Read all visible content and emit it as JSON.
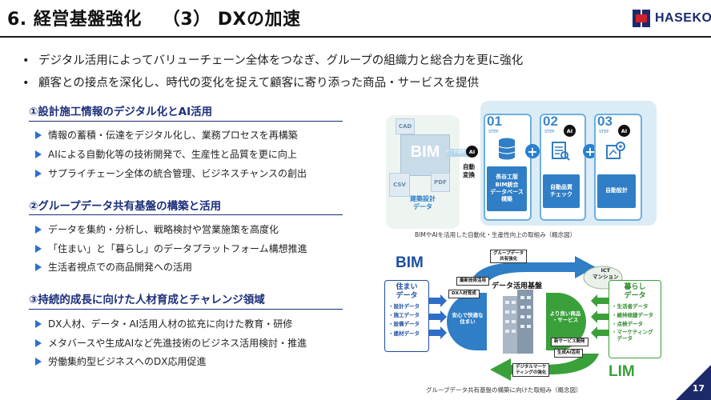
{
  "header": {
    "title_main": "6. 経営基盤強化",
    "title_sub": "（3） DXの加速",
    "logo_text": "HASEKO"
  },
  "bullets": [
    "デジタル活用によってバリューチェーン全体をつなぎ、グループの組織力と総合力を更に強化",
    "顧客との接点を深化し、時代の変化を捉えて顧客に寄り添った商品・サービスを提供"
  ],
  "bullet_marker": "•",
  "sections": [
    {
      "heading": "①設計施工情報のデジタル化とAI活用",
      "items": [
        "情報の蓄積・伝達をデジタル化し、業務プロセスを再構築",
        " AIによる自動化等の技術開発で、生産性と品質を更に向上",
        "サプライチェーン全体の統合管理、ビジネスチャンスの創出"
      ]
    },
    {
      "heading": "②グループデータ共有基盤の構築と活用",
      "items": [
        "データを集約・分析し、戦略検討や営業施策を高度化",
        "「住まい」と「暮らし」のデータプラットフォーム構想推進",
        "生活者視点での商品開発への活用"
      ]
    },
    {
      "heading": "③持続的成長に向けた人材育成とチャレンジ領域",
      "items": [
        " DX人材、データ・AI活用人材の拡充に向けた教育・研修",
        "メタバースや生成AIなど先進技術のビジネス活用検討・推進",
        "労働集約型ビジネスへのDX応用促進"
      ]
    }
  ],
  "diagram1": {
    "docs": [
      "CAD",
      "CSV",
      "PDF"
    ],
    "bim_label": "BIM",
    "data_link": "データ連携",
    "source_label": "建築設計\nデータ",
    "ai_label": "AI",
    "auto_convert": "自動\n変換",
    "step_word": "STEP",
    "steps": [
      {
        "num": "01",
        "label": "長谷工版\nBIM統合\nデータベース\n構築"
      },
      {
        "num": "02",
        "label": "自動品質\nチェック"
      },
      {
        "num": "03",
        "label": "自動設計"
      }
    ],
    "plus": "+",
    "caption": "BIMやAIを活用した自動化・生産性向上の取組み（概念図）"
  },
  "diagram2": {
    "bim_label": "BIM",
    "lim_label": "LIM",
    "center_label": "データ活用基盤",
    "top_tag": "グループデータ\n共有強化",
    "tags_left": [
      "最新技術活用",
      "DX人材育成"
    ],
    "tags_bottom": [
      "新サービス開発",
      "生成AI活用"
    ],
    "bottom_tag": "デジタルマーケ\nティングの強化",
    "ict_label": "ICT\nマンション",
    "left_arrow_label": "安心で快適な\n住まい",
    "right_arrow_label": "より良い商品\n・サービス",
    "left_box": {
      "title": "住まい\nデータ",
      "items": [
        "・設計データ",
        "・施工データ",
        "・設備データ",
        "・建材データ"
      ]
    },
    "right_box": {
      "title": "暮らし\nデータ",
      "items": [
        "・生活者データ",
        "・維持修繕データ",
        "・点検データ",
        "・マーケティング\n　データ"
      ]
    },
    "caption": "グループデータ共有基盤の構築に向けた取組み（概念図）"
  },
  "page_number": "17",
  "colors": {
    "heading_blue": "#1c2f7a",
    "accent_blue": "#2a6fd0",
    "diagram_blue": "#2f7ec6",
    "green": "#3aa03a",
    "dark_navy": "#1c2a6c"
  }
}
